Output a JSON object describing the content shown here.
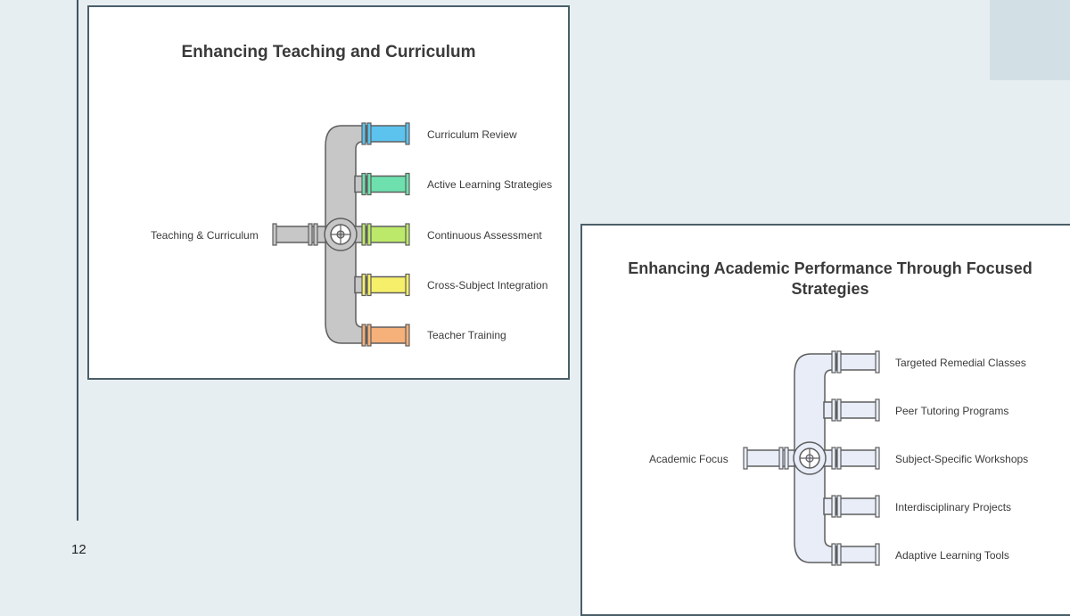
{
  "page_number": "12",
  "diagrams": [
    {
      "title": "Enhancing Teaching and Curriculum",
      "source": "Teaching & Curriculum",
      "branches": [
        {
          "label": "Curriculum Review",
          "color": "#5cc3ef"
        },
        {
          "label": "Active Learning Strategies",
          "color": "#6ee0ad"
        },
        {
          "label": "Continuous Assessment",
          "color": "#bde96a"
        },
        {
          "label": "Cross-Subject Integration",
          "color": "#f6ef6a"
        },
        {
          "label": "Teacher Training",
          "color": "#f6b07a"
        }
      ],
      "pipe_color": "#c7c7c7",
      "outline_color": "#5e5e5e"
    },
    {
      "title": "Enhancing Academic Performance Through Focused Strategies",
      "source": "Academic Focus",
      "branches": [
        {
          "label": "Targeted Remedial Classes",
          "color": "#e8edf8"
        },
        {
          "label": "Peer Tutoring Programs",
          "color": "#e8edf8"
        },
        {
          "label": "Subject-Specific Workshops",
          "color": "#e8edf8"
        },
        {
          "label": "Interdisciplinary Projects",
          "color": "#e8edf8"
        },
        {
          "label": "Adaptive Learning Tools",
          "color": "#e8edf8"
        }
      ],
      "pipe_color": "#e8edf8",
      "outline_color": "#5e5e5e"
    }
  ]
}
